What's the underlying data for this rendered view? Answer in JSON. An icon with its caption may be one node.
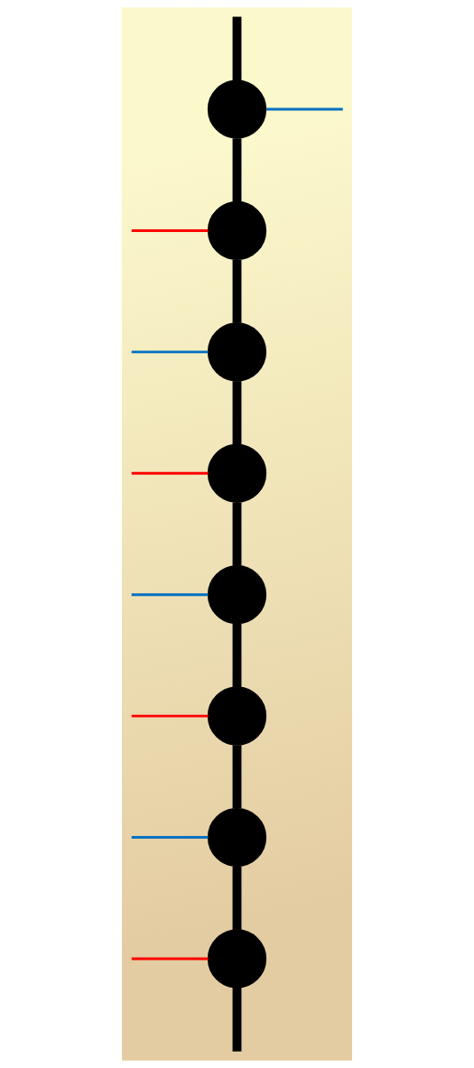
{
  "diagram": {
    "nodes": [
      {
        "text": [],
        "shape": "circle"
      },
      {
        "text": [],
        "shape": "circle"
      },
      {
        "text": [],
        "shape": "circle"
      },
      {
        "text": [],
        "shape": "circle"
      },
      {
        "text": [],
        "shape": "circle"
      },
      {
        "text": [],
        "shape": "circle"
      },
      {
        "text": [],
        "shape": "circle"
      },
      {
        "text": [],
        "shape": "circle"
      }
    ],
    "edges": [
      {
        "from": 0,
        "to": null,
        "arrow": "none",
        "color": "#0070c0"
      },
      {
        "from": 0,
        "to": 1,
        "arrow": "none"
      },
      {
        "from": 1,
        "to": 2,
        "arrow": "none"
      },
      {
        "from": 2,
        "to": 3,
        "arrow": "none"
      },
      {
        "from": 3,
        "to": 4,
        "arrow": "none"
      },
      {
        "from": 4,
        "to": 5,
        "arrow": "none"
      },
      {
        "from": 5,
        "to": 6,
        "arrow": "none"
      },
      {
        "from": 6,
        "to": 7,
        "arrow": "none"
      },
      {
        "from": 7,
        "to": null,
        "arrow": "none",
        "color": "#ff0000"
      },
      {
        "from": null,
        "to": 0,
        "arrow": "none"
      },
      {
        "from": null,
        "to": 2,
        "arrow": "none",
        "color": "#0070c0"
      },
      {
        "from": null,
        "to": 4,
        "arrow": "none",
        "color": "#0070c0"
      },
      {
        "from": 6,
        "to": null,
        "arrow": "none",
        "color": "#0070c0"
      },
      {
        "from": 1,
        "to": null,
        "arrow": "none",
        "color": "#ff0000"
      },
      {
        "from": 3,
        "to": null,
        "arrow": "none",
        "color": "#ff0000"
      },
      {
        "from": 5,
        "to": null,
        "arrow": "none",
        "color": "#ff0000"
      },
      {
        "from": 7,
        "to": null,
        "arrow": "none"
      }
    ]
  }
}
